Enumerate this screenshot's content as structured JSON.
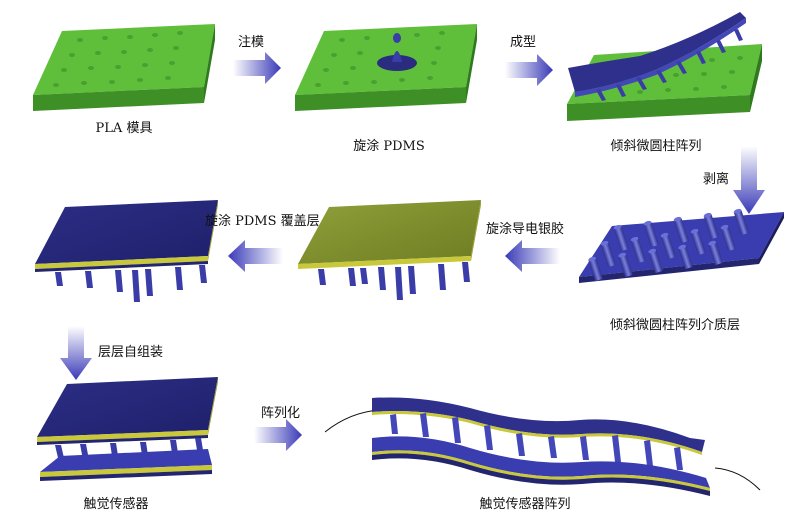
{
  "colors": {
    "mold_top": "#5cb83a",
    "mold_side": "#3f8f27",
    "dot": "#49a02f",
    "pdms_blue": "#2e2f8a",
    "pdms_blue_light": "#4b4fc7",
    "silver_glue": "#8a9a2a",
    "arrow_start": "#ffffff",
    "arrow_end": "#3a3ab8",
    "yellow_edge": "#c8c83a"
  },
  "steps": {
    "pla_mold": "PLA 模具",
    "spin_pdms": "旋涂 PDMS",
    "tilted_array": "倾斜微圆柱阵列",
    "tilted_dielectric": "倾斜微圆柱阵列介质层",
    "spin_silver": "旋涂导电银胶",
    "spin_cover": "旋涂 PDMS 覆盖层",
    "tactile_sensor": "触觉传感器",
    "sensor_array": "触觉传感器阵列"
  },
  "arrows": {
    "inject": "注模",
    "form": "成型",
    "peel": "剥离",
    "stack": "层层自组装",
    "arraying": "阵列化"
  }
}
